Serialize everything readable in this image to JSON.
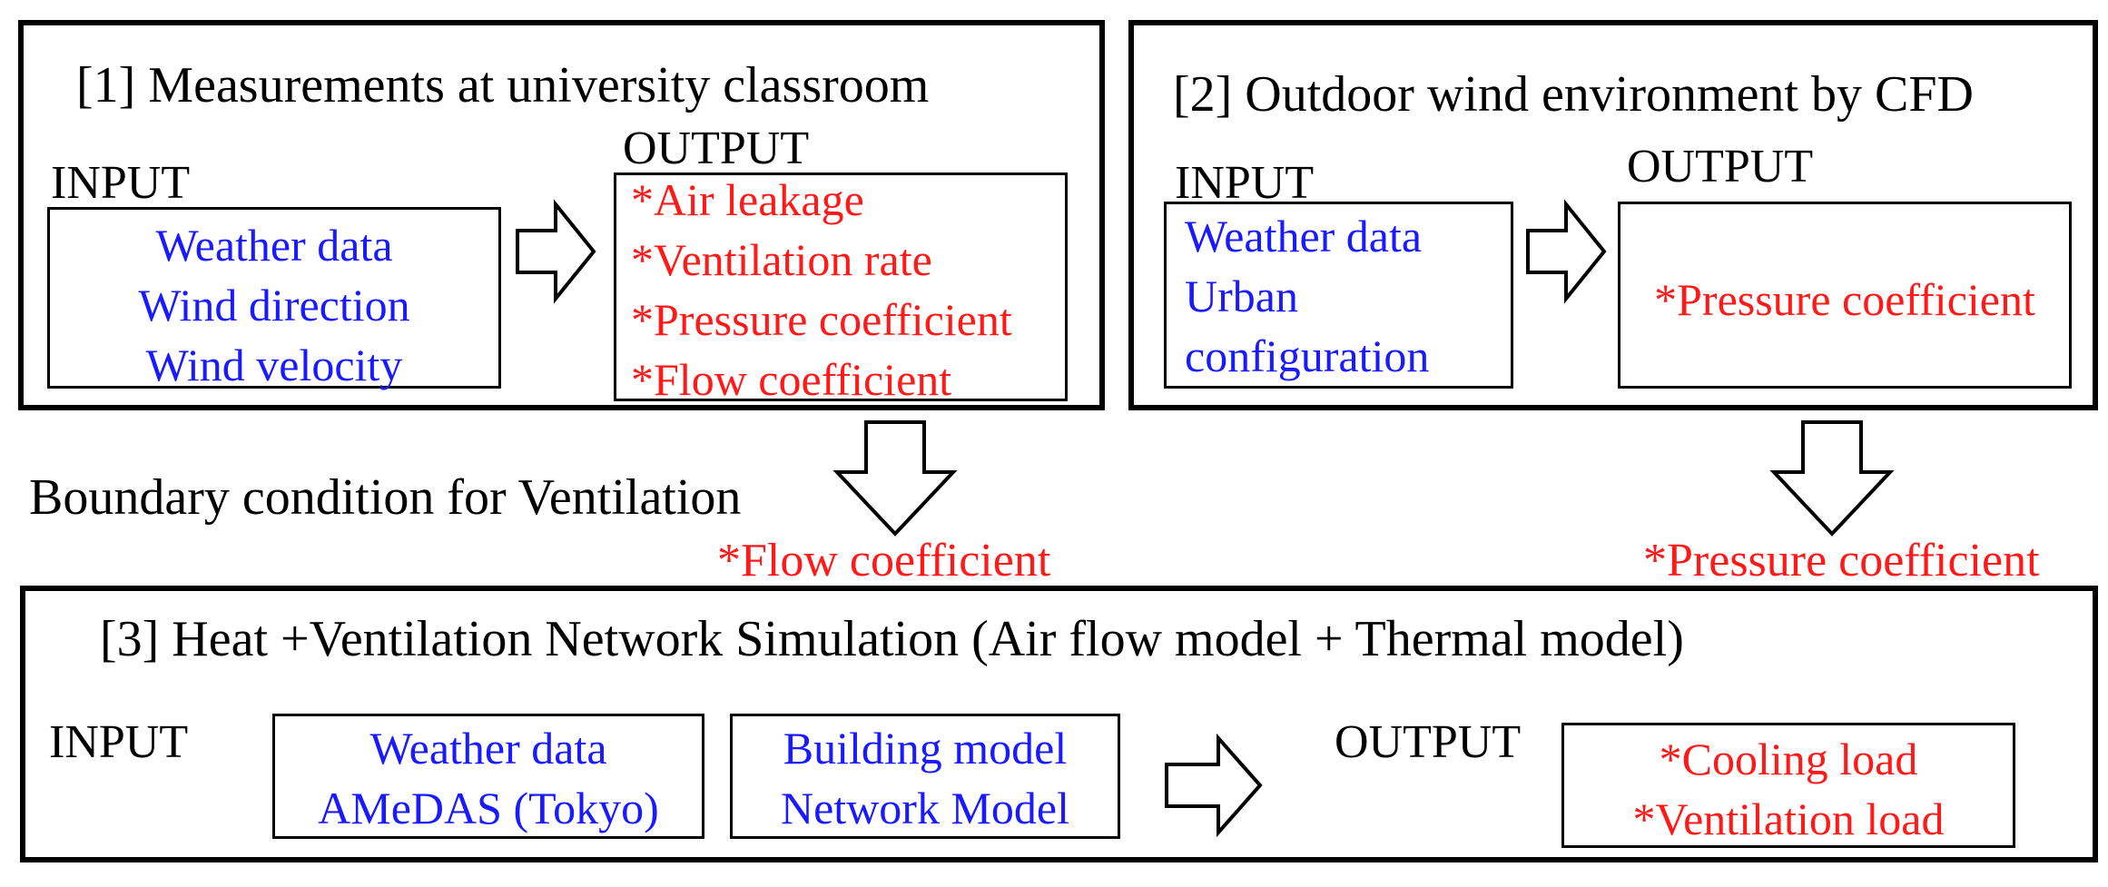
{
  "section1": {
    "title": "[1] Measurements at university classroom",
    "input_label": "INPUT",
    "output_label": "OUTPUT",
    "inputs": [
      "Weather data",
      "Wind direction",
      "Wind velocity"
    ],
    "outputs": [
      "*Air leakage",
      "*Ventilation rate",
      "*Pressure coefficient",
      "*Flow coefficient"
    ]
  },
  "section2": {
    "title": "[2] Outdoor wind environment by CFD",
    "input_label": "INPUT",
    "output_label": "OUTPUT",
    "inputs": [
      "Weather data",
      "Urban",
      "configuration"
    ],
    "outputs": [
      "*Pressure coefficient"
    ]
  },
  "middle": {
    "boundary_label": "Boundary condition for Ventilation",
    "flow_coefficient": "*Flow coefficient",
    "pressure_coefficient": "*Pressure coefficient"
  },
  "section3": {
    "title": "[3] Heat +Ventilation Network Simulation (Air flow model + Thermal model)",
    "input_label": "INPUT",
    "output_label": "OUTPUT",
    "weather_box": [
      "Weather data",
      "AMeDAS (Tokyo)"
    ],
    "model_box": [
      "Building model",
      "Network Model"
    ],
    "outputs": [
      "*Cooling load",
      "*Ventilation load"
    ]
  },
  "colors": {
    "input_text": "#1a1aff",
    "output_text": "#ff1a1a",
    "lines": "#000000"
  }
}
